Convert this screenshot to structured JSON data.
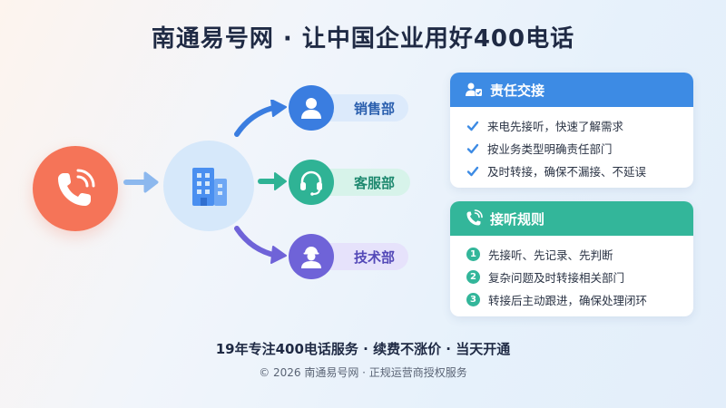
{
  "title": "南通易号网 · 让中国企业用好400电话",
  "flow": {
    "departments": [
      {
        "label": "销售部",
        "icon": "person-icon",
        "color": "#3a7de0",
        "pill_color": "#dceafb",
        "text_color": "#2a5fae"
      },
      {
        "label": "客服部",
        "icon": "headset-icon",
        "color": "#2fb395",
        "pill_color": "#d7f3ea",
        "text_color": "#1f8a70"
      },
      {
        "label": "技术部",
        "icon": "engineer-icon",
        "color": "#6f63d8",
        "pill_color": "#e6e2fb",
        "text_color": "#5449b8"
      }
    ]
  },
  "cards": {
    "responsibility": {
      "title": "责任交接",
      "color": "#3d8be4",
      "items": [
        "来电先接听，快速了解需求",
        "按业务类型明确责任部门",
        "及时转接，确保不漏接、不延误"
      ]
    },
    "rules": {
      "title": "接听规则",
      "color": "#33b69a",
      "items": [
        {
          "num": "1",
          "text": "先接听、先记录、先判断"
        },
        {
          "num": "2",
          "text": "复杂问题及时转接相关部门"
        },
        {
          "num": "3",
          "text": "转接后主动跟进，确保处理闭环"
        }
      ]
    }
  },
  "footer": {
    "tagline": "19年专注400电话服务 · 续费不涨价 · 当天开通",
    "copyright": "© 2026 南通易号网 · 正规运营商授权服务"
  }
}
